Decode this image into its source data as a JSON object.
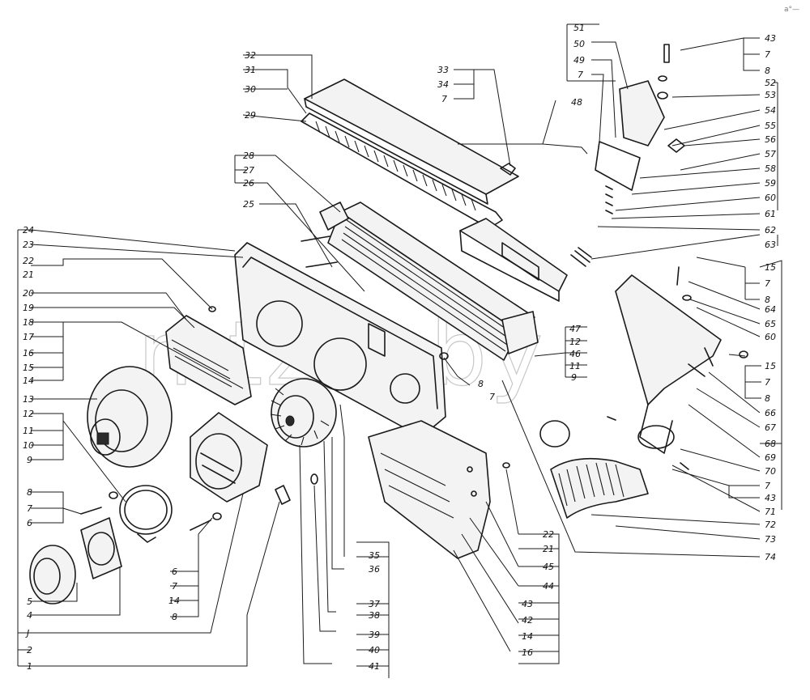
{
  "watermark": "mtzik.by",
  "corner_mark": "а°—",
  "callouts": {
    "c1": "1",
    "c2": "2",
    "cJ": "J",
    "c4": "4",
    "c5": "5",
    "c6a": "6",
    "c7a": "7",
    "c8a": "8",
    "c9": "9",
    "c10": "10",
    "c11": "11",
    "c12": "12",
    "c13": "13",
    "c14a": "14",
    "c15a": "15",
    "c16a": "16",
    "c17": "17",
    "c18": "18",
    "c19": "19",
    "c20": "20",
    "c21a": "21",
    "c22a": "22",
    "c23": "23",
    "c24": "24",
    "c25": "25",
    "c26": "26",
    "c27": "27",
    "c28": "28",
    "c29": "29",
    "c30": "30",
    "c31": "31",
    "c32": "32",
    "c33": "33",
    "c34": "34",
    "c7b": "7",
    "c6b": "6",
    "c7c": "7",
    "c14b": "14",
    "c8b": "8",
    "c35": "35",
    "c36": "36",
    "c37": "37",
    "c38": "38",
    "c39": "39",
    "c40": "40",
    "c41": "41",
    "c47": "47",
    "c12b": "12",
    "c46": "46",
    "c11b": "11",
    "c9b": "9",
    "c8c": "8",
    "c7d": "7",
    "c22b": "22",
    "c21b": "21",
    "c45": "45",
    "c44": "44",
    "c43a": "43",
    "c42": "42",
    "c14c": "14",
    "c16b": "16",
    "c48": "48",
    "c51": "51",
    "c50": "50",
    "c49": "49",
    "c7e": "7",
    "c43b": "43",
    "c7f": "7",
    "c8d": "8",
    "c52": "52",
    "c53": "53",
    "c54": "54",
    "c55": "55",
    "c56": "56",
    "c57": "57",
    "c58": "58",
    "c59": "59",
    "c60a": "60",
    "c61": "61",
    "c62": "62",
    "c63": "63",
    "c15b": "15",
    "c7g": "7",
    "c8e": "8",
    "c64": "64",
    "c65": "65",
    "c60b": "60",
    "c15c": "15",
    "c7h": "7",
    "c8f": "8",
    "c66": "66",
    "c67": "67",
    "c68": "68",
    "c69": "69",
    "c70": "70",
    "c7i": "7",
    "c43c": "43",
    "c71": "71",
    "c72": "72",
    "c73": "73",
    "c74": "74"
  }
}
